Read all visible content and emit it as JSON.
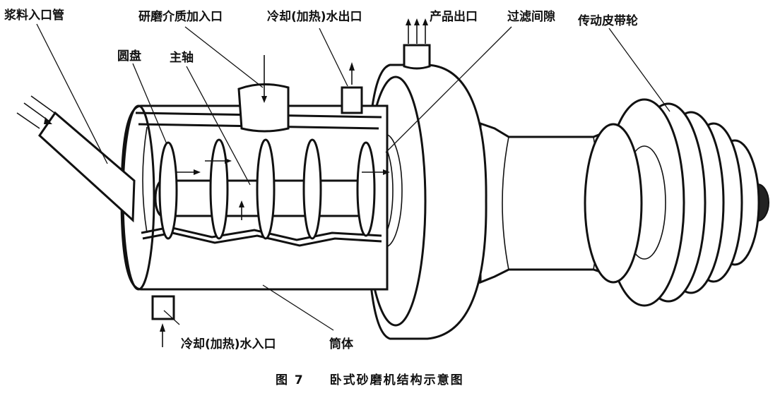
{
  "labels": {
    "slurry_inlet": "浆料入口管",
    "media_inlet": "研磨介质加入口",
    "coolant_outlet": "冷却(加热)水出口",
    "product_outlet": "产品出口",
    "filter_gap": "过滤间隙",
    "drive_pulley": "传动皮带轮",
    "disc": "圆盘",
    "main_shaft": "主轴",
    "coolant_inlet": "冷却(加热)水入口",
    "cylinder": "筒体"
  },
  "caption": {
    "figure_number": "图 7",
    "title": "卧式砂磨机结构示意图"
  }
}
